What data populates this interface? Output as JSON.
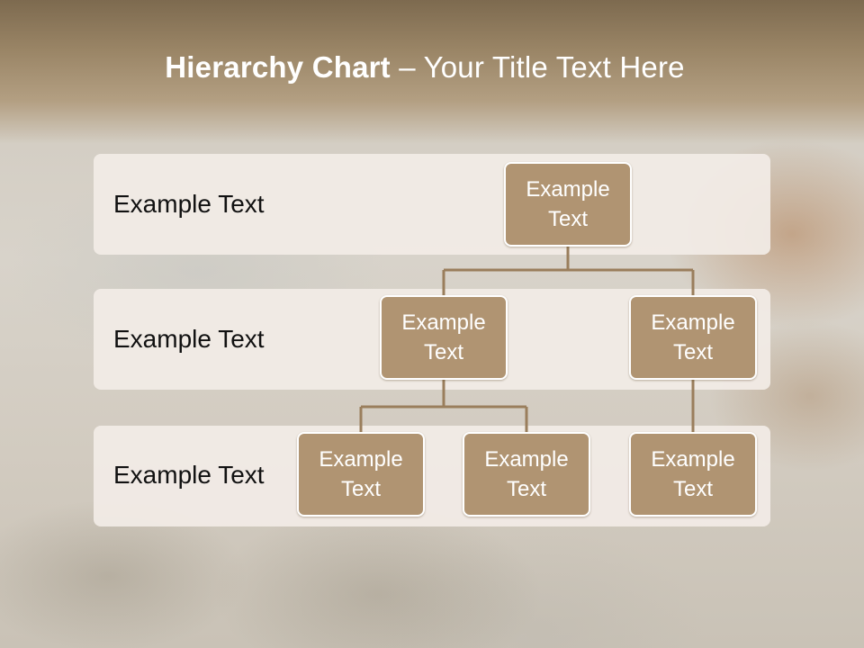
{
  "title": {
    "bold": "Hierarchy Chart",
    "rest": " – Your Title Text Here"
  },
  "bands": [
    {
      "label": "Example Text"
    },
    {
      "label": "Example Text"
    },
    {
      "label": "Example Text"
    }
  ],
  "nodes": {
    "root": {
      "line1": "Example",
      "line2": "Text"
    },
    "level2_left": {
      "line1": "Example",
      "line2": "Text"
    },
    "level2_right": {
      "line1": "Example",
      "line2": "Text"
    },
    "level3_a": {
      "line1": "Example",
      "line2": "Text"
    },
    "level3_b": {
      "line1": "Example",
      "line2": "Text"
    },
    "level3_c": {
      "line1": "Example",
      "line2": "Text"
    }
  },
  "colors": {
    "node_fill": "#b09472",
    "connector": "#9a7e5c",
    "header": "#7d6a4f"
  }
}
